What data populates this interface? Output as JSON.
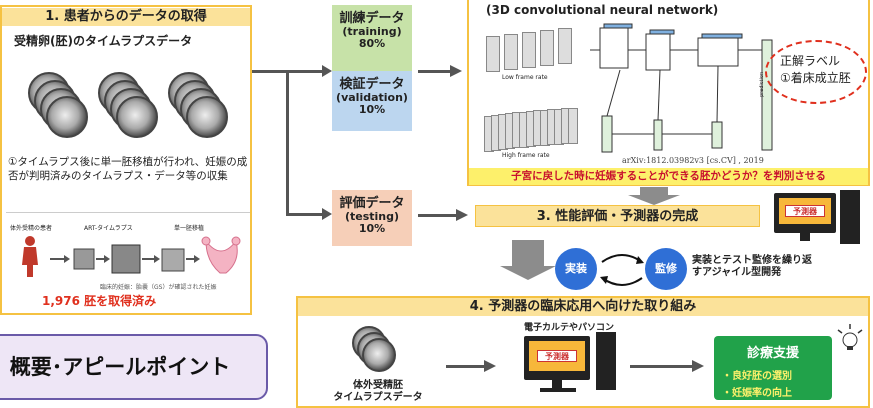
{
  "panel1": {
    "header": "1. 患者からのデータの取得",
    "subtitle": "受精卵(胚)のタイムラプスデータ",
    "description": "①タイムラプス後に単一胚移植が行われ、妊娠の成否が判明済みのタイムラプス・データ等の収集",
    "flow_title_left": "体外受精の患者",
    "flow_title_mid": "ART-タイムラプス",
    "flow_title_right": "単一胚移植",
    "footnote": "臨床的妊娠：胎嚢（GS）が確認された妊娠",
    "count_text": "1,976 胚を取得済み"
  },
  "datasets": {
    "train": {
      "title": "訓練データ",
      "sub": "(training)",
      "pct": "80%",
      "color": "#c7e2a8"
    },
    "val": {
      "title": "検証データ",
      "sub": "(validation)",
      "pct": "10%",
      "color": "#bcd6ef"
    },
    "test": {
      "title": "評価データ",
      "sub": "(testing)",
      "pct": "10%",
      "color": "#f6cfb8"
    }
  },
  "cnn": {
    "title": "(3D convolutional neural network)",
    "low_label": "Low frame rate",
    "high_label": "High frame rate",
    "citation": "arXiv:1812.03982v3 [cs.CV] , 2019",
    "label_title": "正解ラベル",
    "label_item": "①着床成立胚",
    "prediction": "prediction",
    "banner": "子宮に戻した時に妊娠することができる胚かどうか？を判別させる"
  },
  "step3": {
    "header": "3. 性能評価・予測器の完成",
    "predictor": "予測器",
    "impl": "実装",
    "supervise": "監修",
    "agile": "実装とテスト監修を繰り返すアジャイル型開発"
  },
  "step4": {
    "header": "4. 予測器の臨床応用へ向けた取り組み",
    "embryo_label": "体外受精胚\nタイムラプスデータ",
    "pc_label": "電子カルテやパソコン",
    "predictor": "予測器",
    "support_title": "診療支援",
    "support_items": [
      "・良好胚の選別",
      "・妊娠率の向上"
    ]
  },
  "overlay": {
    "text": "概要･アピールポイント"
  },
  "colors": {
    "header_yellow": "#fbe29a",
    "border_yellow": "#f5c242",
    "green": "#21a24a",
    "blue": "#2f6fd6",
    "red": "#e0301e"
  }
}
